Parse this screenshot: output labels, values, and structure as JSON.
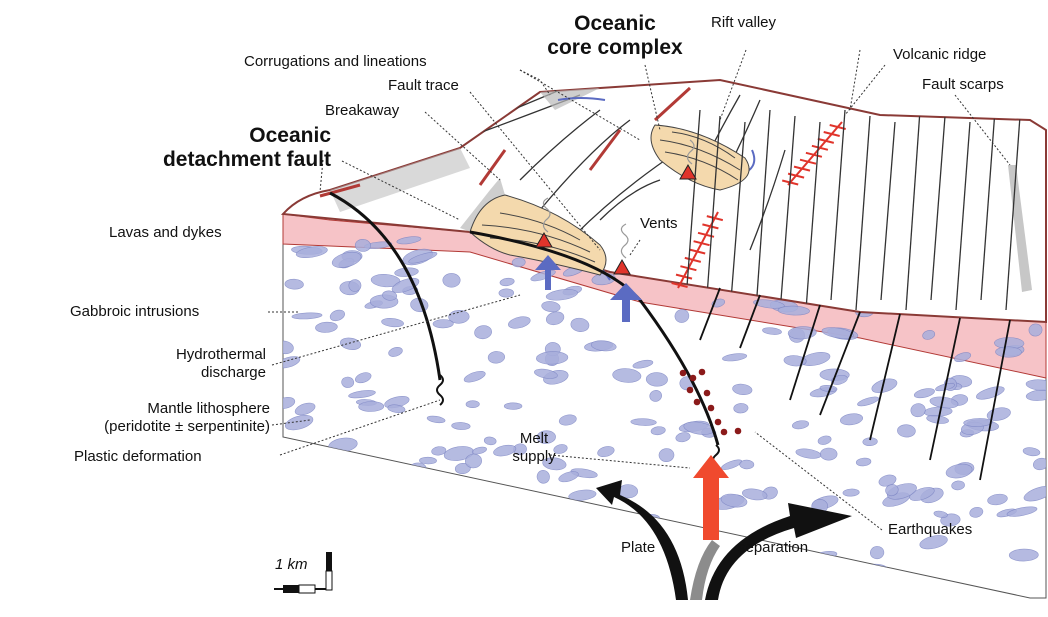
{
  "labels": {
    "oceanic_detachment_fault": "Oceanic\ndetachment fault",
    "oceanic_core_complex": "Oceanic\ncore complex",
    "corrugations": "Corrugations and lineations",
    "fault_trace": "Fault trace",
    "breakaway": "Breakaway",
    "rift_valley": "Rift valley",
    "volcanic_ridge": "Volcanic ridge",
    "fault_scarps": "Fault scarps",
    "lavas_dykes": "Lavas and dykes",
    "vents": "Vents",
    "gabbroic": "Gabbroic intrusions",
    "hydrothermal": "Hydrothermal\ndischarge",
    "mantle": "Mantle lithosphere\n(peridotite ± serpentinite)",
    "plastic": "Plastic deformation",
    "melt": "Melt\nsupply",
    "earthquakes": "Earthquakes",
    "plate": "Plate",
    "separation": "separation",
    "scale": "1 km"
  },
  "colors": {
    "crust_pink": "#f6c3c7",
    "gabbro_blue": "#a9afdc",
    "gabbro_stroke": "#7d86c4",
    "core_tan": "#f4d9ad",
    "fault_red": "#b23a36",
    "vent_red": "#e0342b",
    "arrow_blue": "#5b6bc2",
    "melt_red": "#f04a2e",
    "quake": "#8b1a1a",
    "scarp_gray": "#b9b9b9"
  }
}
